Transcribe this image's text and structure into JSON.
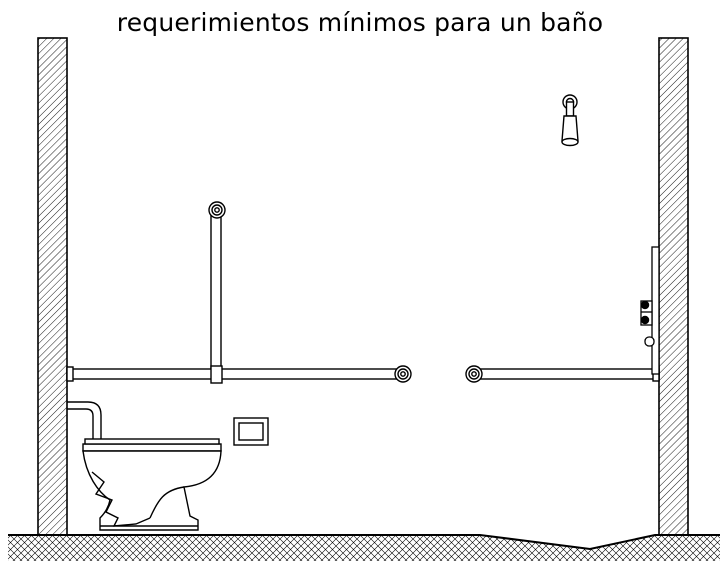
{
  "title": "requerimientos mínimos para un baño",
  "colors": {
    "line": "#000000",
    "background": "#ffffff"
  },
  "parts": [
    "left-wall",
    "right-wall",
    "floor",
    "toilet",
    "flush-valve",
    "grab-bar-vertical",
    "grab-bar-horizontal-left",
    "grab-bar-horizontal-right",
    "shower-head",
    "faucet-valves",
    "wall-plate"
  ]
}
